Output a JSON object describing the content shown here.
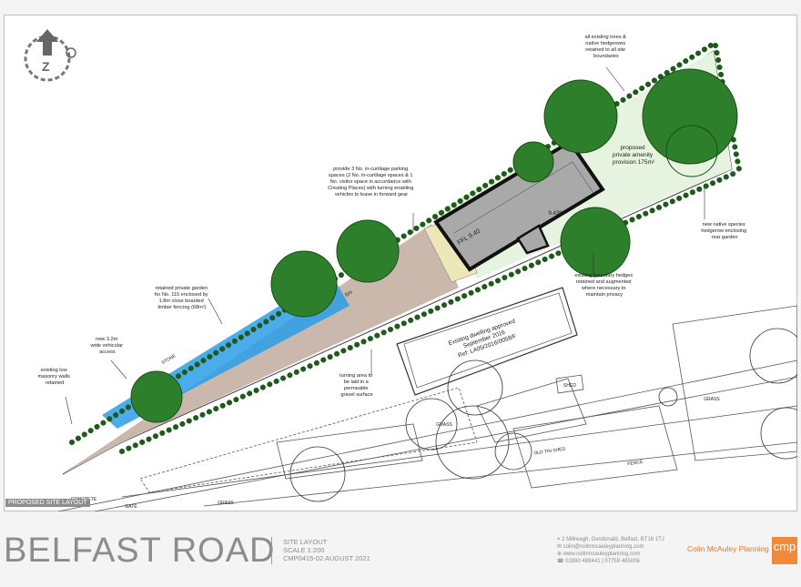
{
  "drawing": {
    "title": "BELFAST ROAD",
    "info": [
      "SITE LAYOUT",
      "SCALE 1:200",
      "CMP0415-02 AUGUST 2021"
    ],
    "layout_label": "PROPOSED SITE LAYOUT",
    "firm": "Colin McAuley Planning",
    "logo": "cmp",
    "contact": [
      "2 Millreagh, Dundonald, Belfast, BT16 1TJ",
      "colin@colinmcauleyplanning.com",
      "www.colinmcauleyplanning.com",
      "02890 489441 | 07759 485006"
    ],
    "contact_icons": [
      "location-icon",
      "email-icon",
      "web-icon",
      "phone-icon"
    ]
  },
  "annotations": {
    "hedgerows": [
      "all existing trees &",
      "native hedgerows",
      "retained to all site",
      "boundaries"
    ],
    "amenity": [
      "proposed",
      "private amenity",
      "provision 175m²"
    ],
    "parking": [
      "provide 3 No. in-curtilage parking",
      "spaces (2 No. in-curtilage spaces & 1",
      "No. visitor space in accordance with",
      "Creating Places) with turning enabling",
      "vehicles to leave in forward gear"
    ],
    "native_hedge": [
      "new native species",
      "hedgerow enclosing",
      "rear garden"
    ],
    "boundary": [
      "existing boundary hedges",
      "retained and augmented",
      "where necessary to",
      "maintain privacy"
    ],
    "private_garden": [
      "retained private garden",
      "for No. 115 enclosed by",
      "1.8m close boarded",
      "timber fencing (68m²)"
    ],
    "access": [
      "new 3.2m",
      "wide vehicular",
      "access"
    ],
    "walls": [
      "existing low",
      "masonry walls",
      "retained"
    ],
    "turning": [
      "turning area to",
      "be laid in a",
      "permeable",
      "gravel surface"
    ],
    "approved": [
      "Existing dwelling approved",
      "September 2016",
      "Ref: LA05/2016/0058/F"
    ],
    "ffl": "FFL 9.40",
    "level": "9.438",
    "dim_6m": "6m",
    "shed": "SHED",
    "old_tin_shed": "OLD TIN SHED",
    "grass": "GRASS",
    "grass2": "GRASS",
    "grass3": "GRASS",
    "concrete": "CONCRETE",
    "fence": "FENCE",
    "stone": "STONE",
    "gate": "GATE"
  },
  "colors": {
    "hedge_green": "#2f7a2a",
    "tree_green": "#2e7f2c",
    "amenity_green": "#e6f3df",
    "gravel": "#cbb8ad",
    "garden_blue": "#2a9ee8",
    "dwelling_grey": "#a9a9a9",
    "patio": "#ece6b8",
    "firm_orange": "#e4762d"
  },
  "icons": [
    "north-arrow-icon"
  ]
}
